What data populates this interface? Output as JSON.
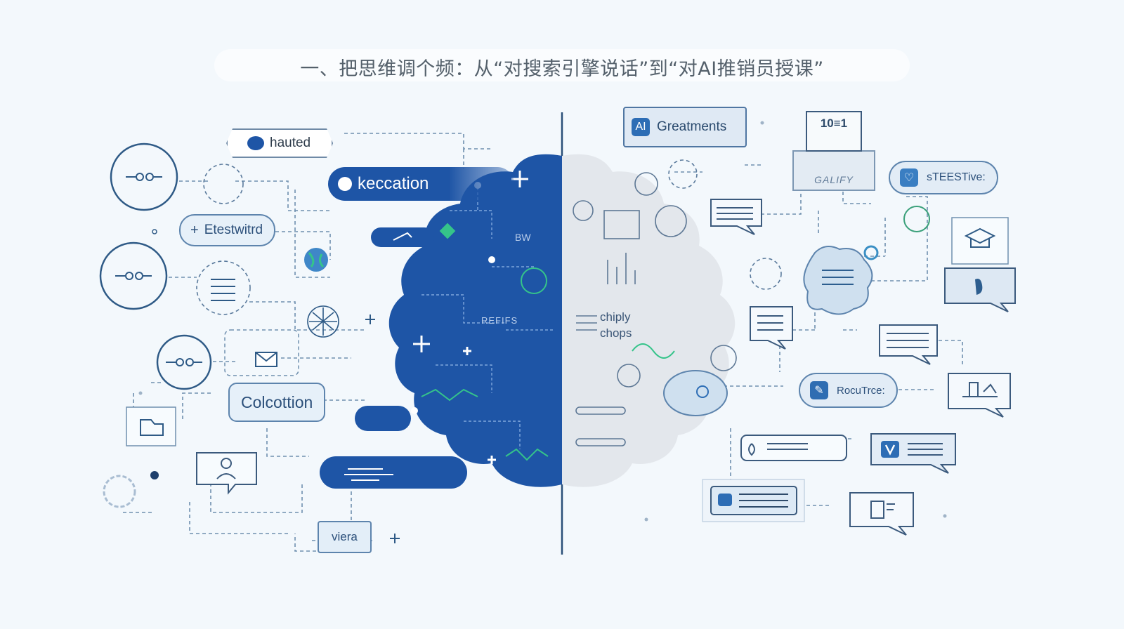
{
  "title": "一、把思维调个频：从“对搜索引擎说话”到“对AI推销员授课”",
  "labels": {
    "hauted": "hauted",
    "keccation": "keccation",
    "etestwitrd": "Etestwitrd",
    "colcottion": "Colcottion",
    "viera": "viera",
    "greatments": "Greatments",
    "ai_badge": "AI",
    "galify": "GALIFY",
    "steestive": "sTEESTive:",
    "rocutrce": "RocuTrce:",
    "chiply": "chiply",
    "chops": "chops",
    "bw": "BW",
    "refirs": "REFIFS",
    "top_right_code": "10≡1"
  },
  "icons": {
    "left_half": [
      "globe-icon",
      "brain-network-icon",
      "envelope-icon",
      "user-icon",
      "folder-icon",
      "gear-icon",
      "plus-icon",
      "document-icon",
      "cloud-icon",
      "hand-icon"
    ],
    "right_half": [
      "bar-chart-icon",
      "magnifier-icon",
      "speech-bubble-icon",
      "dollar-icon",
      "shield-icon",
      "graduation-cap-icon",
      "pie-icon",
      "lock-icon",
      "gear-icon",
      "document-icon"
    ]
  },
  "colors": {
    "background": "#f3f8fc",
    "brain_blue": "#1e55a6",
    "brain_gray": "#e3e7ec",
    "accent_green": "#35c48a",
    "line_blue": "#2d5e8f",
    "title_text": "#54606b"
  }
}
